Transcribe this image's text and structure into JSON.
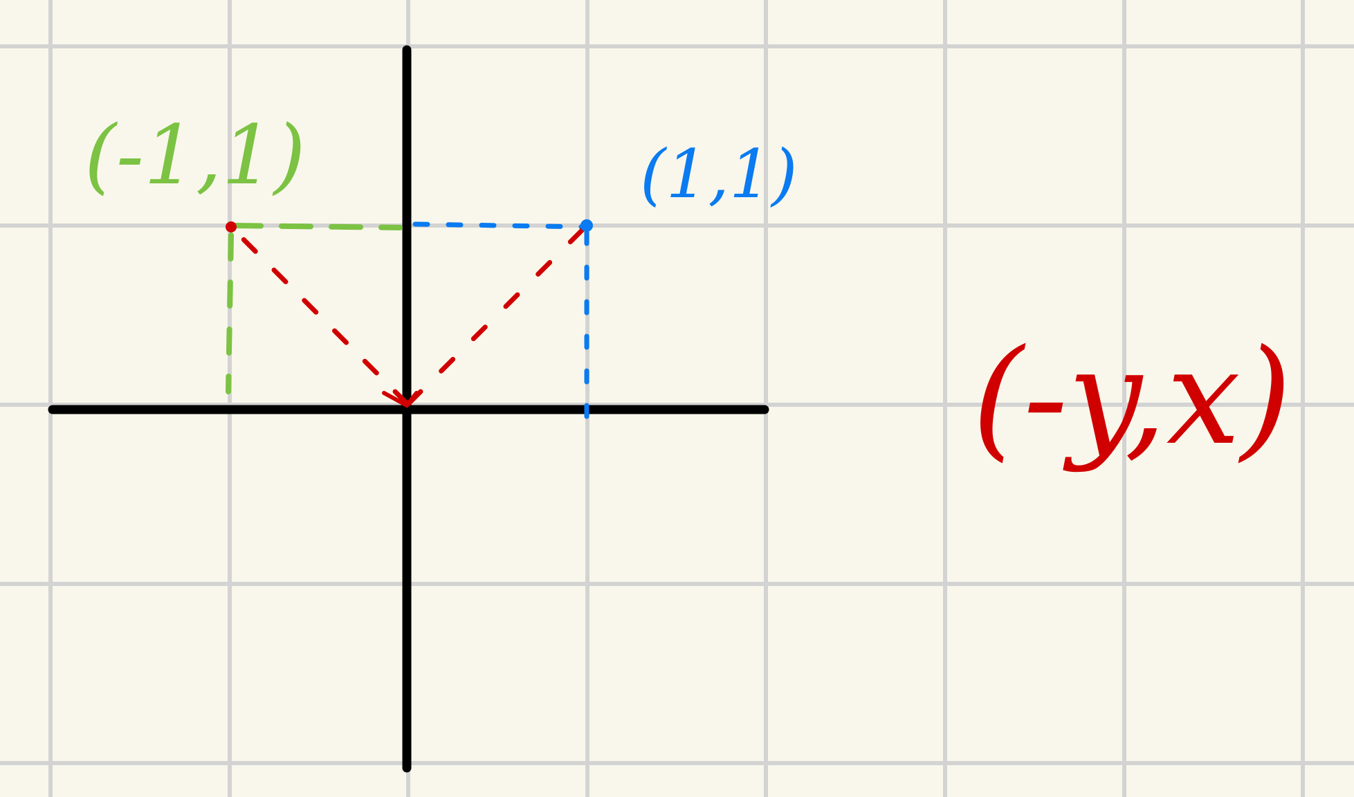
{
  "points": {
    "p1": {
      "label": "(1,1)",
      "x": 1,
      "y": 1,
      "color": "#0a7bf0"
    },
    "p2": {
      "label": "(-1,1)",
      "x": -1,
      "y": 1,
      "color": "#7cc243"
    }
  },
  "rule": {
    "label": "(-y,x)",
    "color": "#d10000"
  },
  "colors": {
    "background": "#f9f7eb",
    "grid": "#d3d3d3",
    "axes": "#000000",
    "blue": "#0a7bf0",
    "green": "#7cc243",
    "red": "#d10000"
  }
}
